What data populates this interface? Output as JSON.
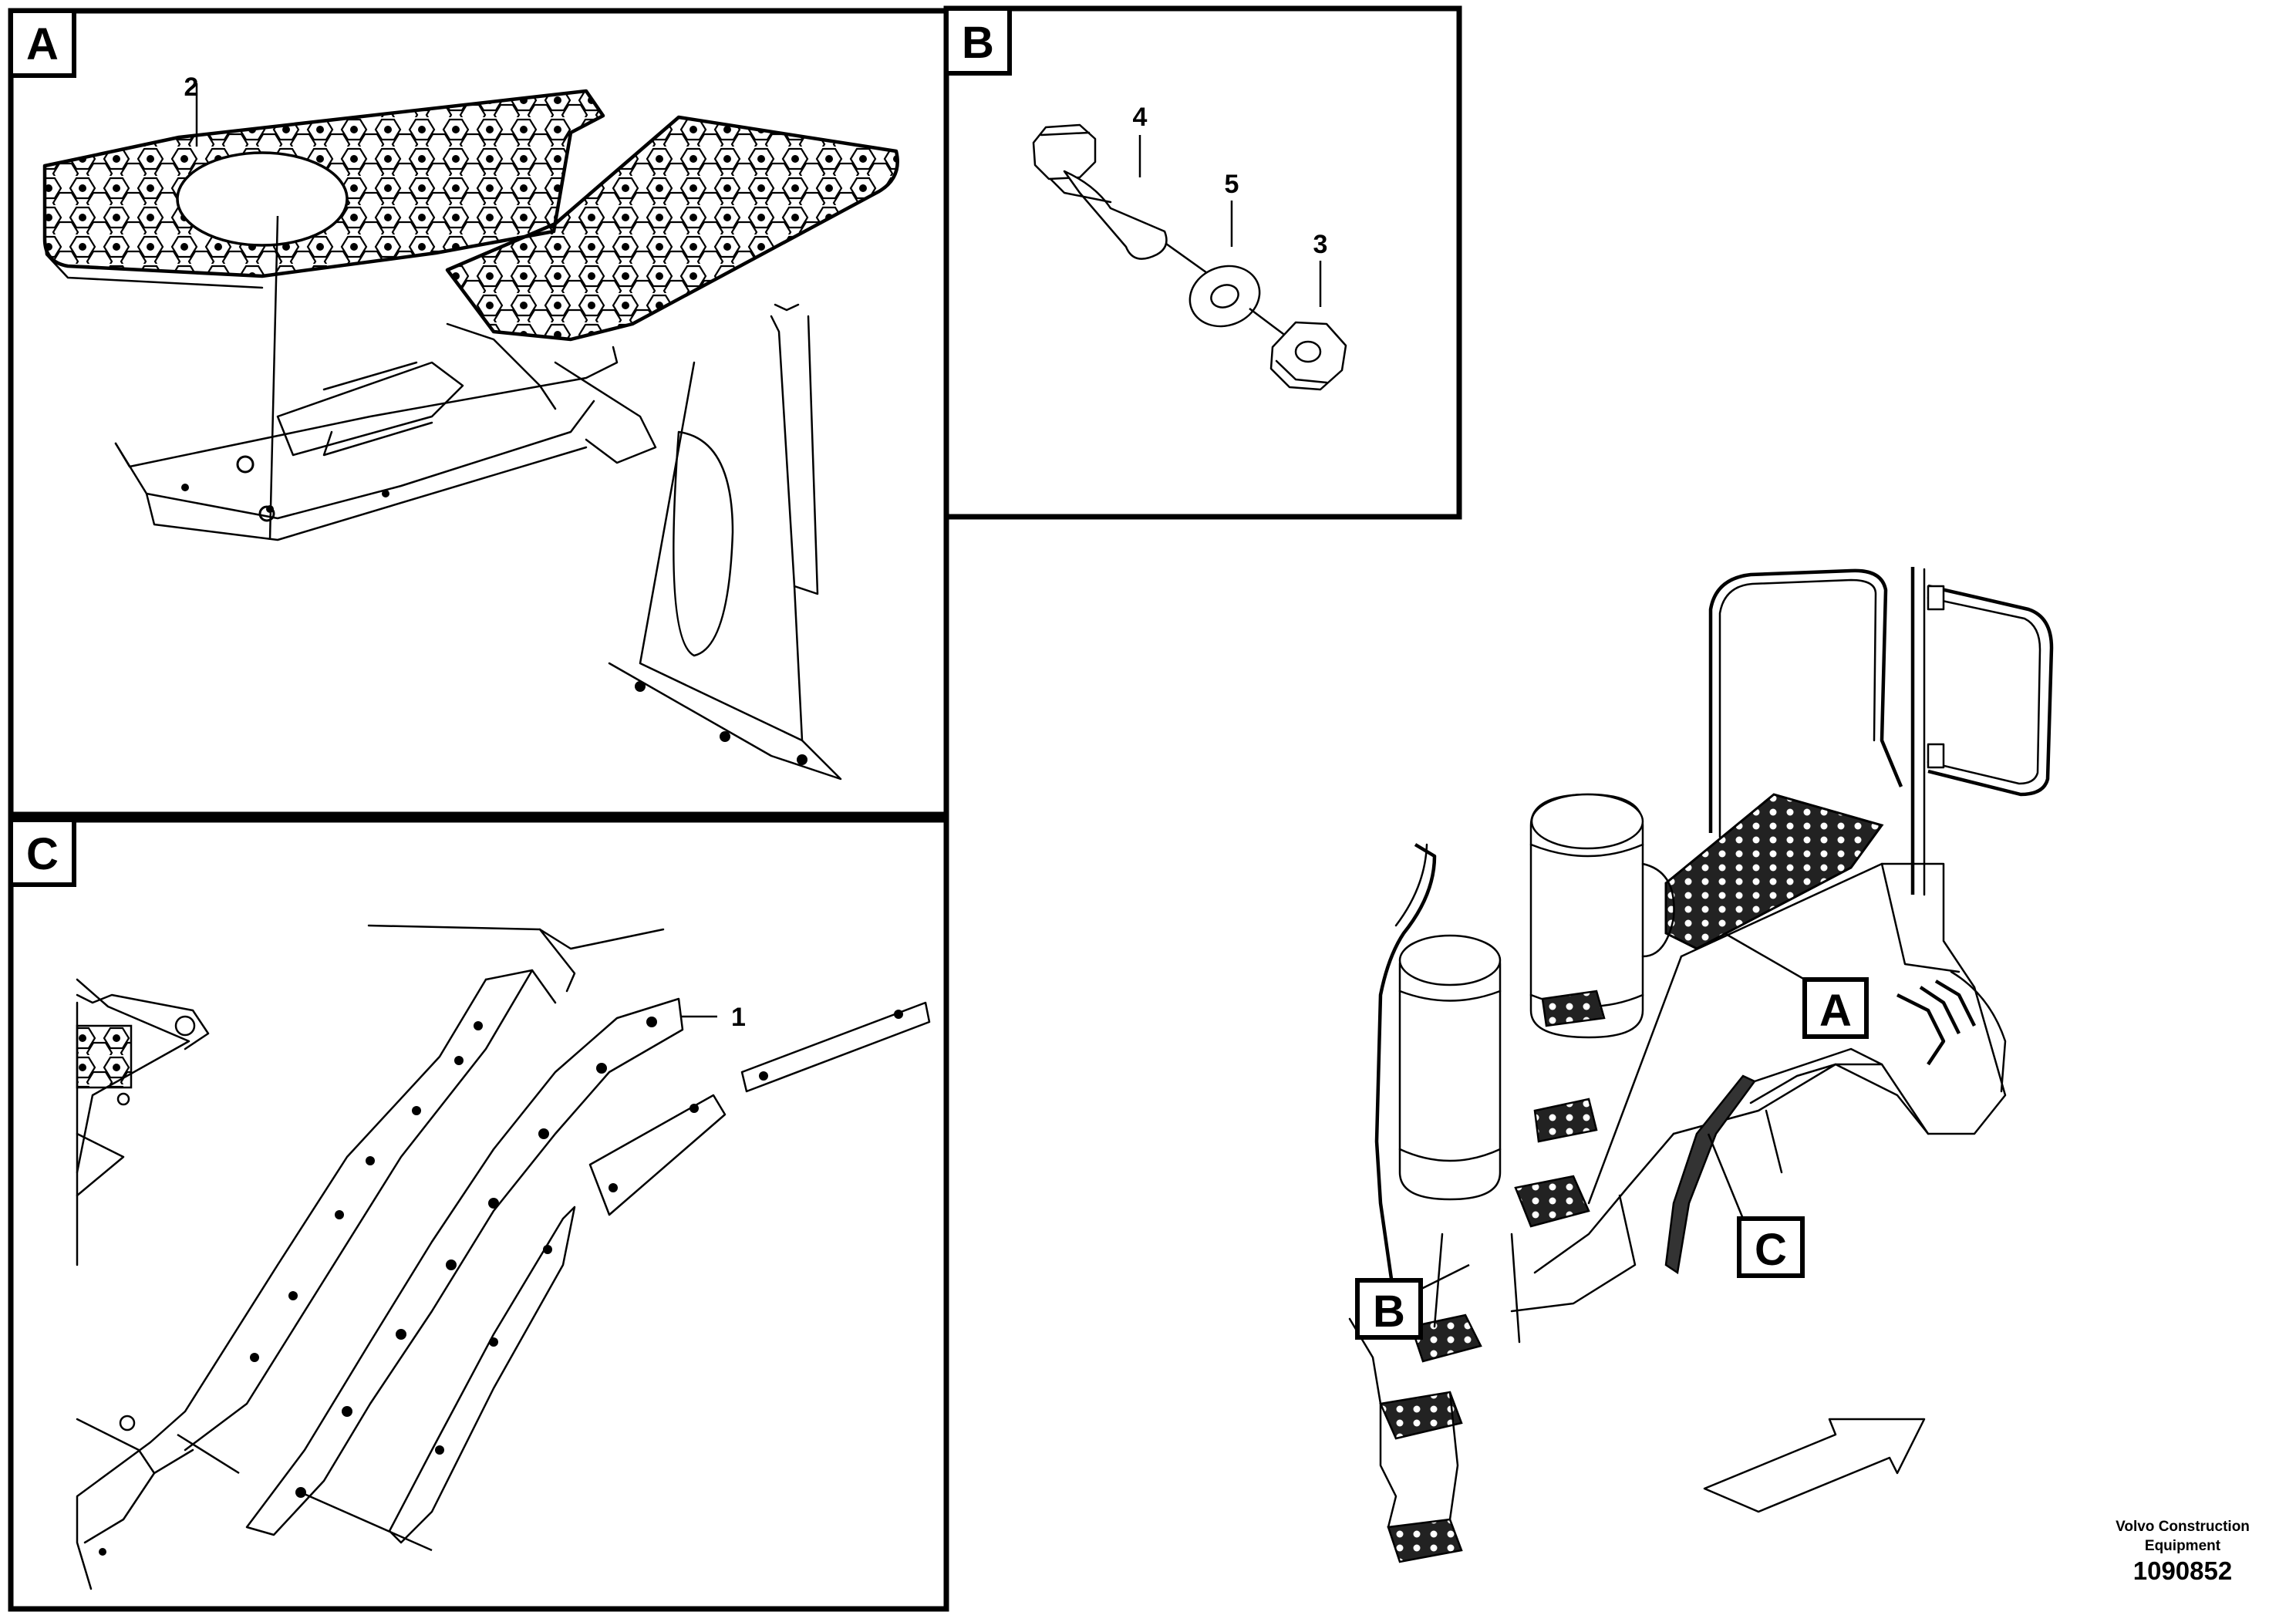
{
  "panels": {
    "A": {
      "tag": "A"
    },
    "B": {
      "tag": "B"
    },
    "C": {
      "tag": "C"
    }
  },
  "callouts": {
    "plate_part": "2",
    "screw_part": "4",
    "washer_part": "5",
    "nut_part": "3",
    "fender_part": "1"
  },
  "overview_labels": {
    "A": "A",
    "B": "B",
    "C": "C"
  },
  "footer": {
    "company_line1": "Volvo Construction",
    "company_line2": "Equipment",
    "drawing_number": "1090852"
  }
}
